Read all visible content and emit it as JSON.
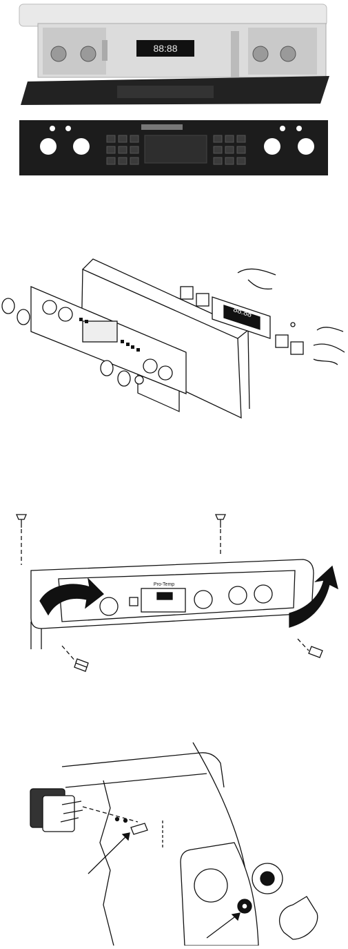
{
  "figures": {
    "photo": {
      "display_readout": "88:88",
      "kind": "photograph"
    },
    "exploded": {
      "display_readout": "88:88",
      "kind": "exploded-line-drawing"
    },
    "console_removal": {
      "brand_mark": "Pro-Temp",
      "kind": "line-drawing"
    },
    "switch_detail": {
      "kind": "line-drawing"
    }
  },
  "colors": {
    "ink": "#111111",
    "panel_dark": "#1c1c1c",
    "led": "#e8e8e8"
  }
}
